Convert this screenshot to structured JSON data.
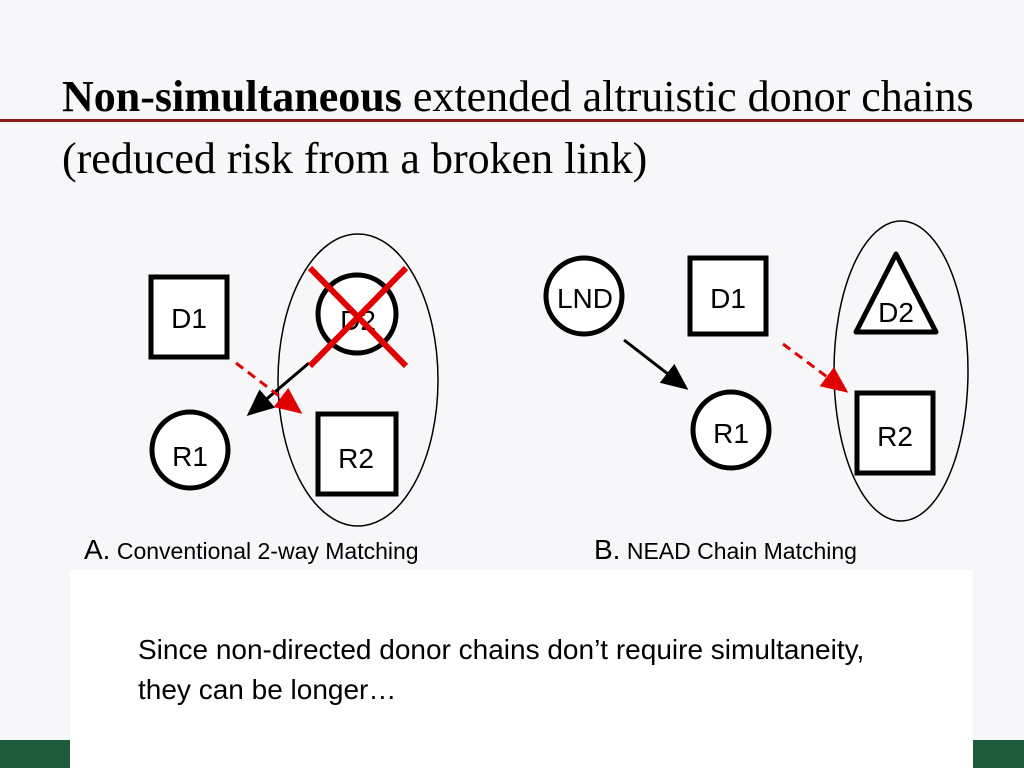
{
  "title": {
    "bold_part": "Non-simultaneous",
    "rest": " extended altruistic donor chains (reduced risk from a broken link)"
  },
  "colors": {
    "title_rule": "#8b1a1a",
    "footer": "#1d5b3a",
    "cross": "#e00000",
    "dashed_arrow": "#e00000"
  },
  "diagram_a": {
    "nodes": {
      "d1": "D1",
      "d2": "D2",
      "r1": "R1",
      "r2": "R2"
    },
    "caption_letter": "A.",
    "caption_text": " Conventional 2-way Matching"
  },
  "diagram_b": {
    "nodes": {
      "lnd": "LND",
      "d1": "D1",
      "d2": "D2",
      "r1": "R1",
      "r2": "R2"
    },
    "caption_letter": "B.",
    "caption_text": " NEAD Chain Matching"
  },
  "note": "Since non-directed donor chains don’t require simultaneity, they can be longer…"
}
